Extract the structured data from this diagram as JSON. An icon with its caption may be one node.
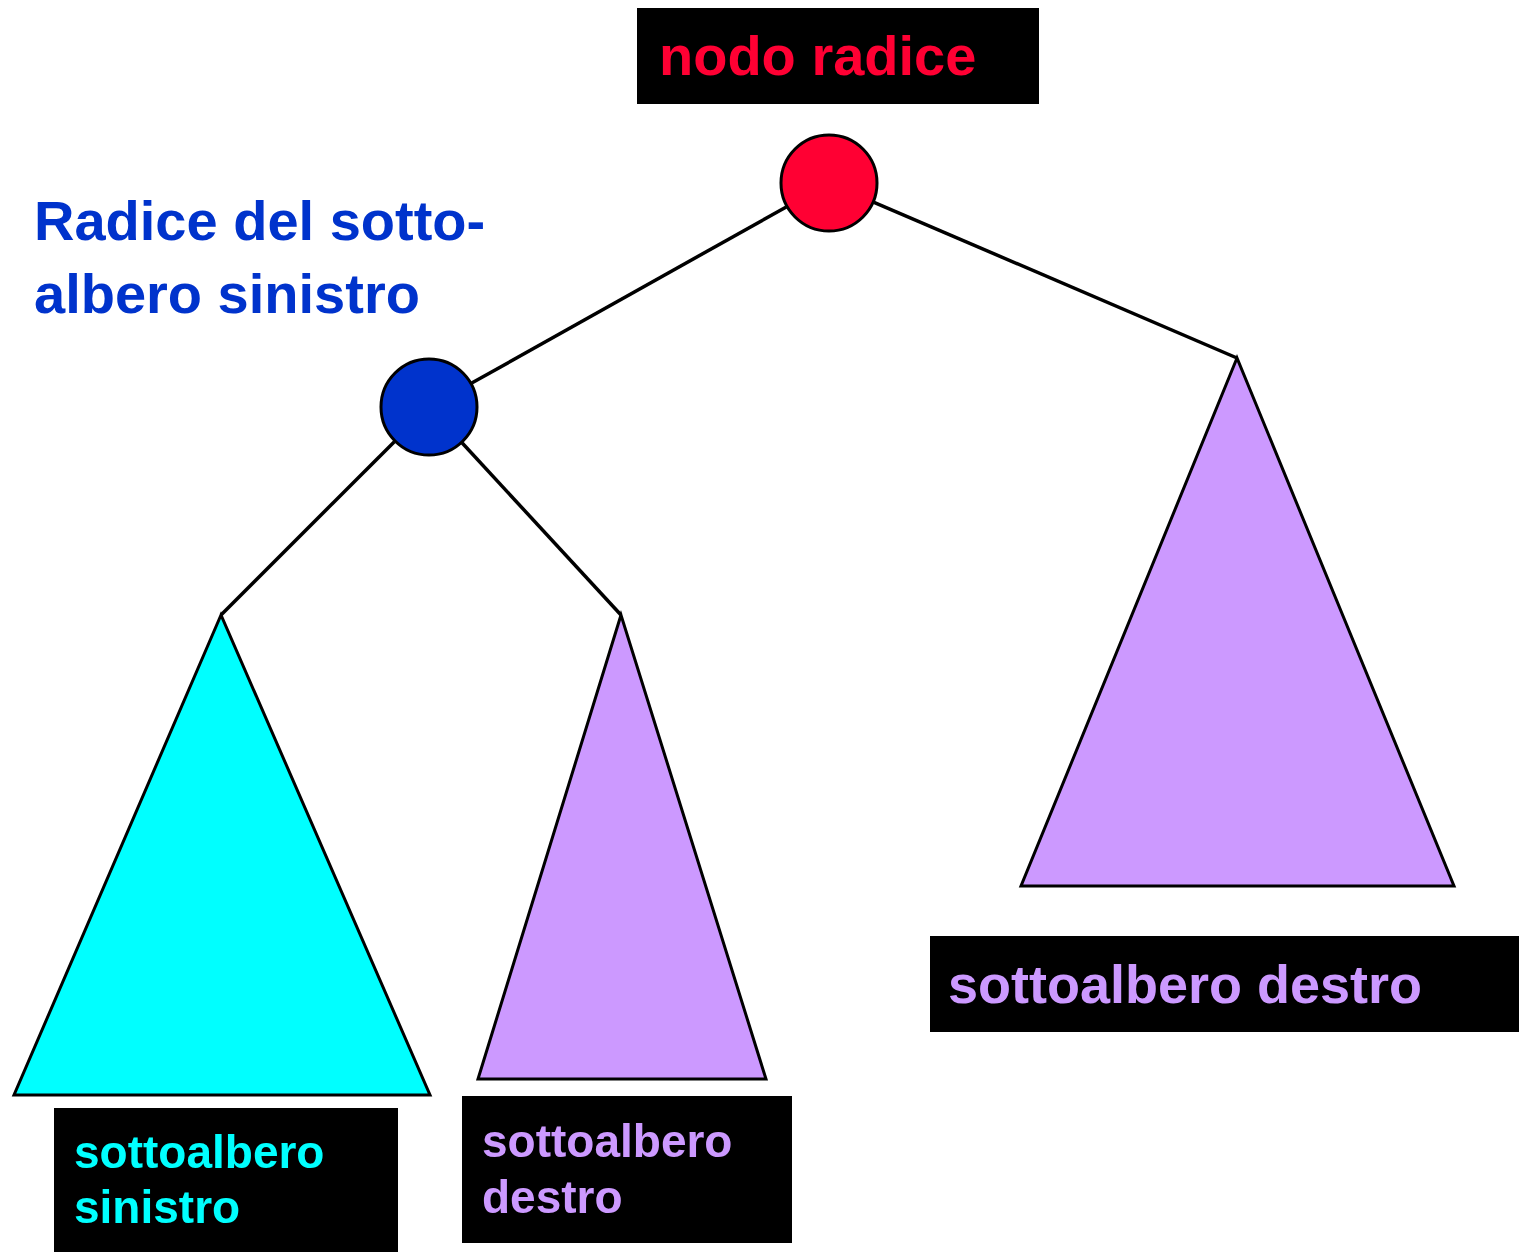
{
  "diagram": {
    "nodes": [
      {
        "text": [
          "nodo radice"
        ]
      },
      {
        "text": [],
        "shape": "circle"
      },
      {
        "text": [],
        "shape": "circle",
        "beside": [
          "Radice del sotto-albero sinistro"
        ]
      },
      {
        "text": [],
        "shape": "triangle"
      },
      {
        "text": [],
        "shape": "triangle"
      },
      {
        "text": [],
        "shape": "triangle"
      },
      {
        "text": [
          "sottoalbero destro"
        ]
      },
      {
        "text": [
          "sottoalbero sinistro"
        ]
      },
      {
        "text": [
          "sottoalbero destro"
        ]
      }
    ],
    "edges": [
      {
        "from": 1,
        "to": 2,
        "arrow": "none"
      },
      {
        "from": 1,
        "to": 5,
        "arrow": "none"
      },
      {
        "from": 2,
        "to": 3,
        "arrow": "none"
      },
      {
        "from": 2,
        "to": 4,
        "arrow": "none"
      }
    ]
  }
}
